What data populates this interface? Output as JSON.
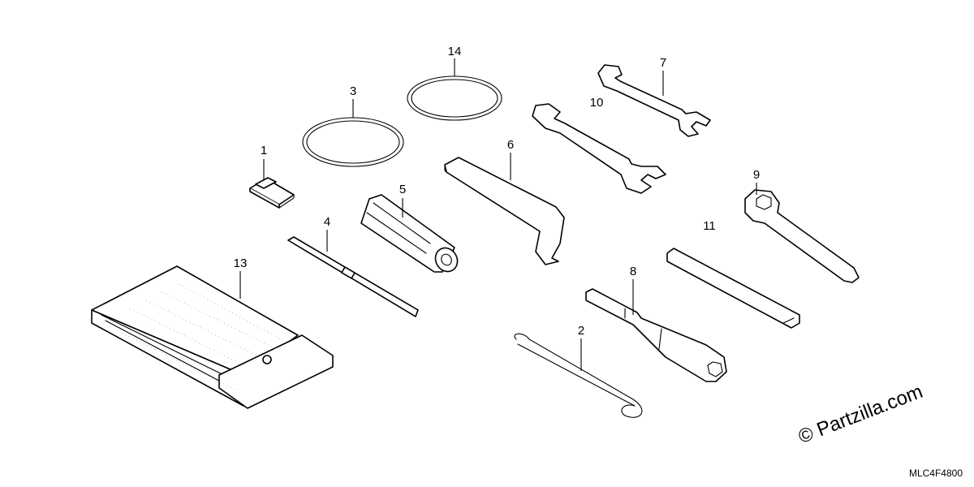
{
  "diagram": {
    "callouts": [
      "1",
      "2",
      "3",
      "4",
      "5",
      "6",
      "7",
      "8",
      "9",
      "10",
      "11",
      "13",
      "14"
    ],
    "watermark": "© Partzilla.com",
    "code": "MLC4F4800"
  }
}
